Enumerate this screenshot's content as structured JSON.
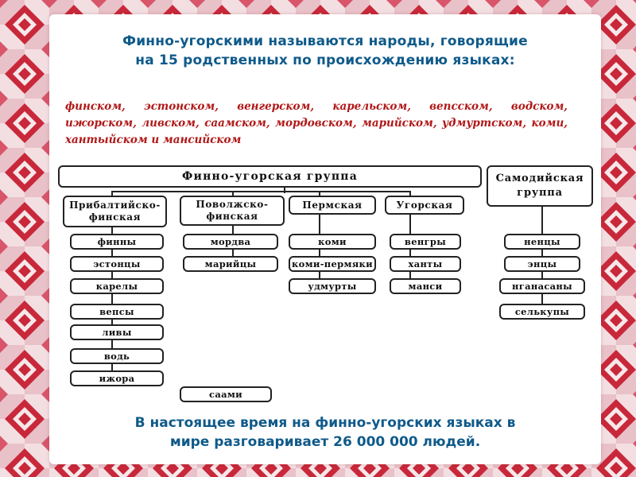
{
  "title": {
    "line1": "Финно-угорскими называются народы, говорящие",
    "line2": "на 15 родственных по происхождению языках:"
  },
  "languages_text": "финском, эстонском, венгерском, карельском, вепсском, водском, ижорском, ливском, саамском, мордовском, марийском, удмуртском, коми, хантыйском и мансийском",
  "diagram": {
    "root": "Финно-угорская группа",
    "samoyed": {
      "line1": "Самодийская",
      "line2": "группа",
      "peoples": [
        "ненцы",
        "энцы",
        "нганасаны",
        "селькупы"
      ]
    },
    "branches": [
      {
        "line1": "Прибалтийско-",
        "line2": "финская",
        "peoples": [
          "финны",
          "эстонцы",
          "карелы",
          "вепсы",
          "ливы",
          "водь",
          "ижора"
        ]
      },
      {
        "line1": "Поволжско-",
        "line2": "финская",
        "peoples": [
          "мордва",
          "марийцы"
        ]
      },
      {
        "line1": "Пермская",
        "line2": "",
        "peoples": [
          "коми",
          "коми-пермяки",
          "удмурты"
        ]
      },
      {
        "line1": "Угорская",
        "line2": "",
        "peoples": [
          "венгры",
          "ханты",
          "манси"
        ]
      }
    ],
    "separate": "саами"
  },
  "footer": {
    "line1": "В настоящее время на финно-угорских языках в",
    "line2": "мире разговаривает 26 000 000 людей."
  },
  "colors": {
    "title": "#0f5a8a",
    "languages": "#b01818",
    "border_red": "#c8283a",
    "border_pink": "#e9aab4"
  }
}
